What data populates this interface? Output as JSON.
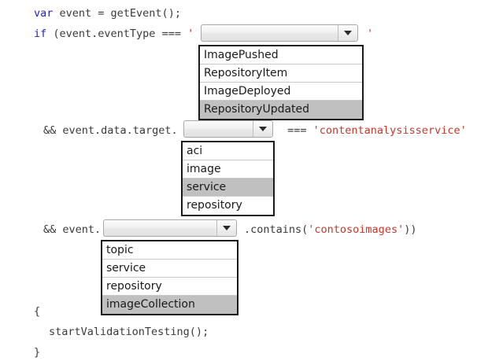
{
  "code": {
    "line1": {
      "keyword": "var",
      "rest": " event = getEvent();"
    },
    "line2": {
      "keyword": "if",
      "rest": " (event.eventType === ",
      "quote_open": "'",
      "quote_close": "'"
    },
    "line3": {
      "prefix": "&& event.data.target.",
      "operator": " === ",
      "string": "'contentanalysisservice'"
    },
    "line4": {
      "prefix": "&& event.",
      "suffix_call": ".contains(",
      "suffix_string": "'contosoimages'",
      "suffix_close": "))"
    },
    "line5": "{",
    "line6": "startValidationTesting();",
    "line7": "}"
  },
  "dropdowns": [
    {
      "name": "event-type",
      "value": "",
      "arrow_icon": "chevron-down-icon",
      "options": [
        "ImagePushed",
        "RepositoryItem",
        "ImageDeployed",
        "RepositoryUpdated"
      ],
      "selected": "RepositoryUpdated"
    },
    {
      "name": "target-property",
      "value": "",
      "arrow_icon": "chevron-down-icon",
      "options": [
        "aci",
        "image",
        "service",
        "repository"
      ],
      "selected": "service"
    },
    {
      "name": "event-property",
      "value": "",
      "arrow_icon": "chevron-down-icon",
      "options": [
        "topic",
        "service",
        "repository",
        "imageCollection"
      ],
      "selected": "imageCollection"
    }
  ],
  "colors": {
    "keyword": "#2222bb",
    "string": "#c0392b",
    "text": "#3a3a3a",
    "selected_row": "#c0c0c0",
    "list_border": "#1a1a1a"
  }
}
